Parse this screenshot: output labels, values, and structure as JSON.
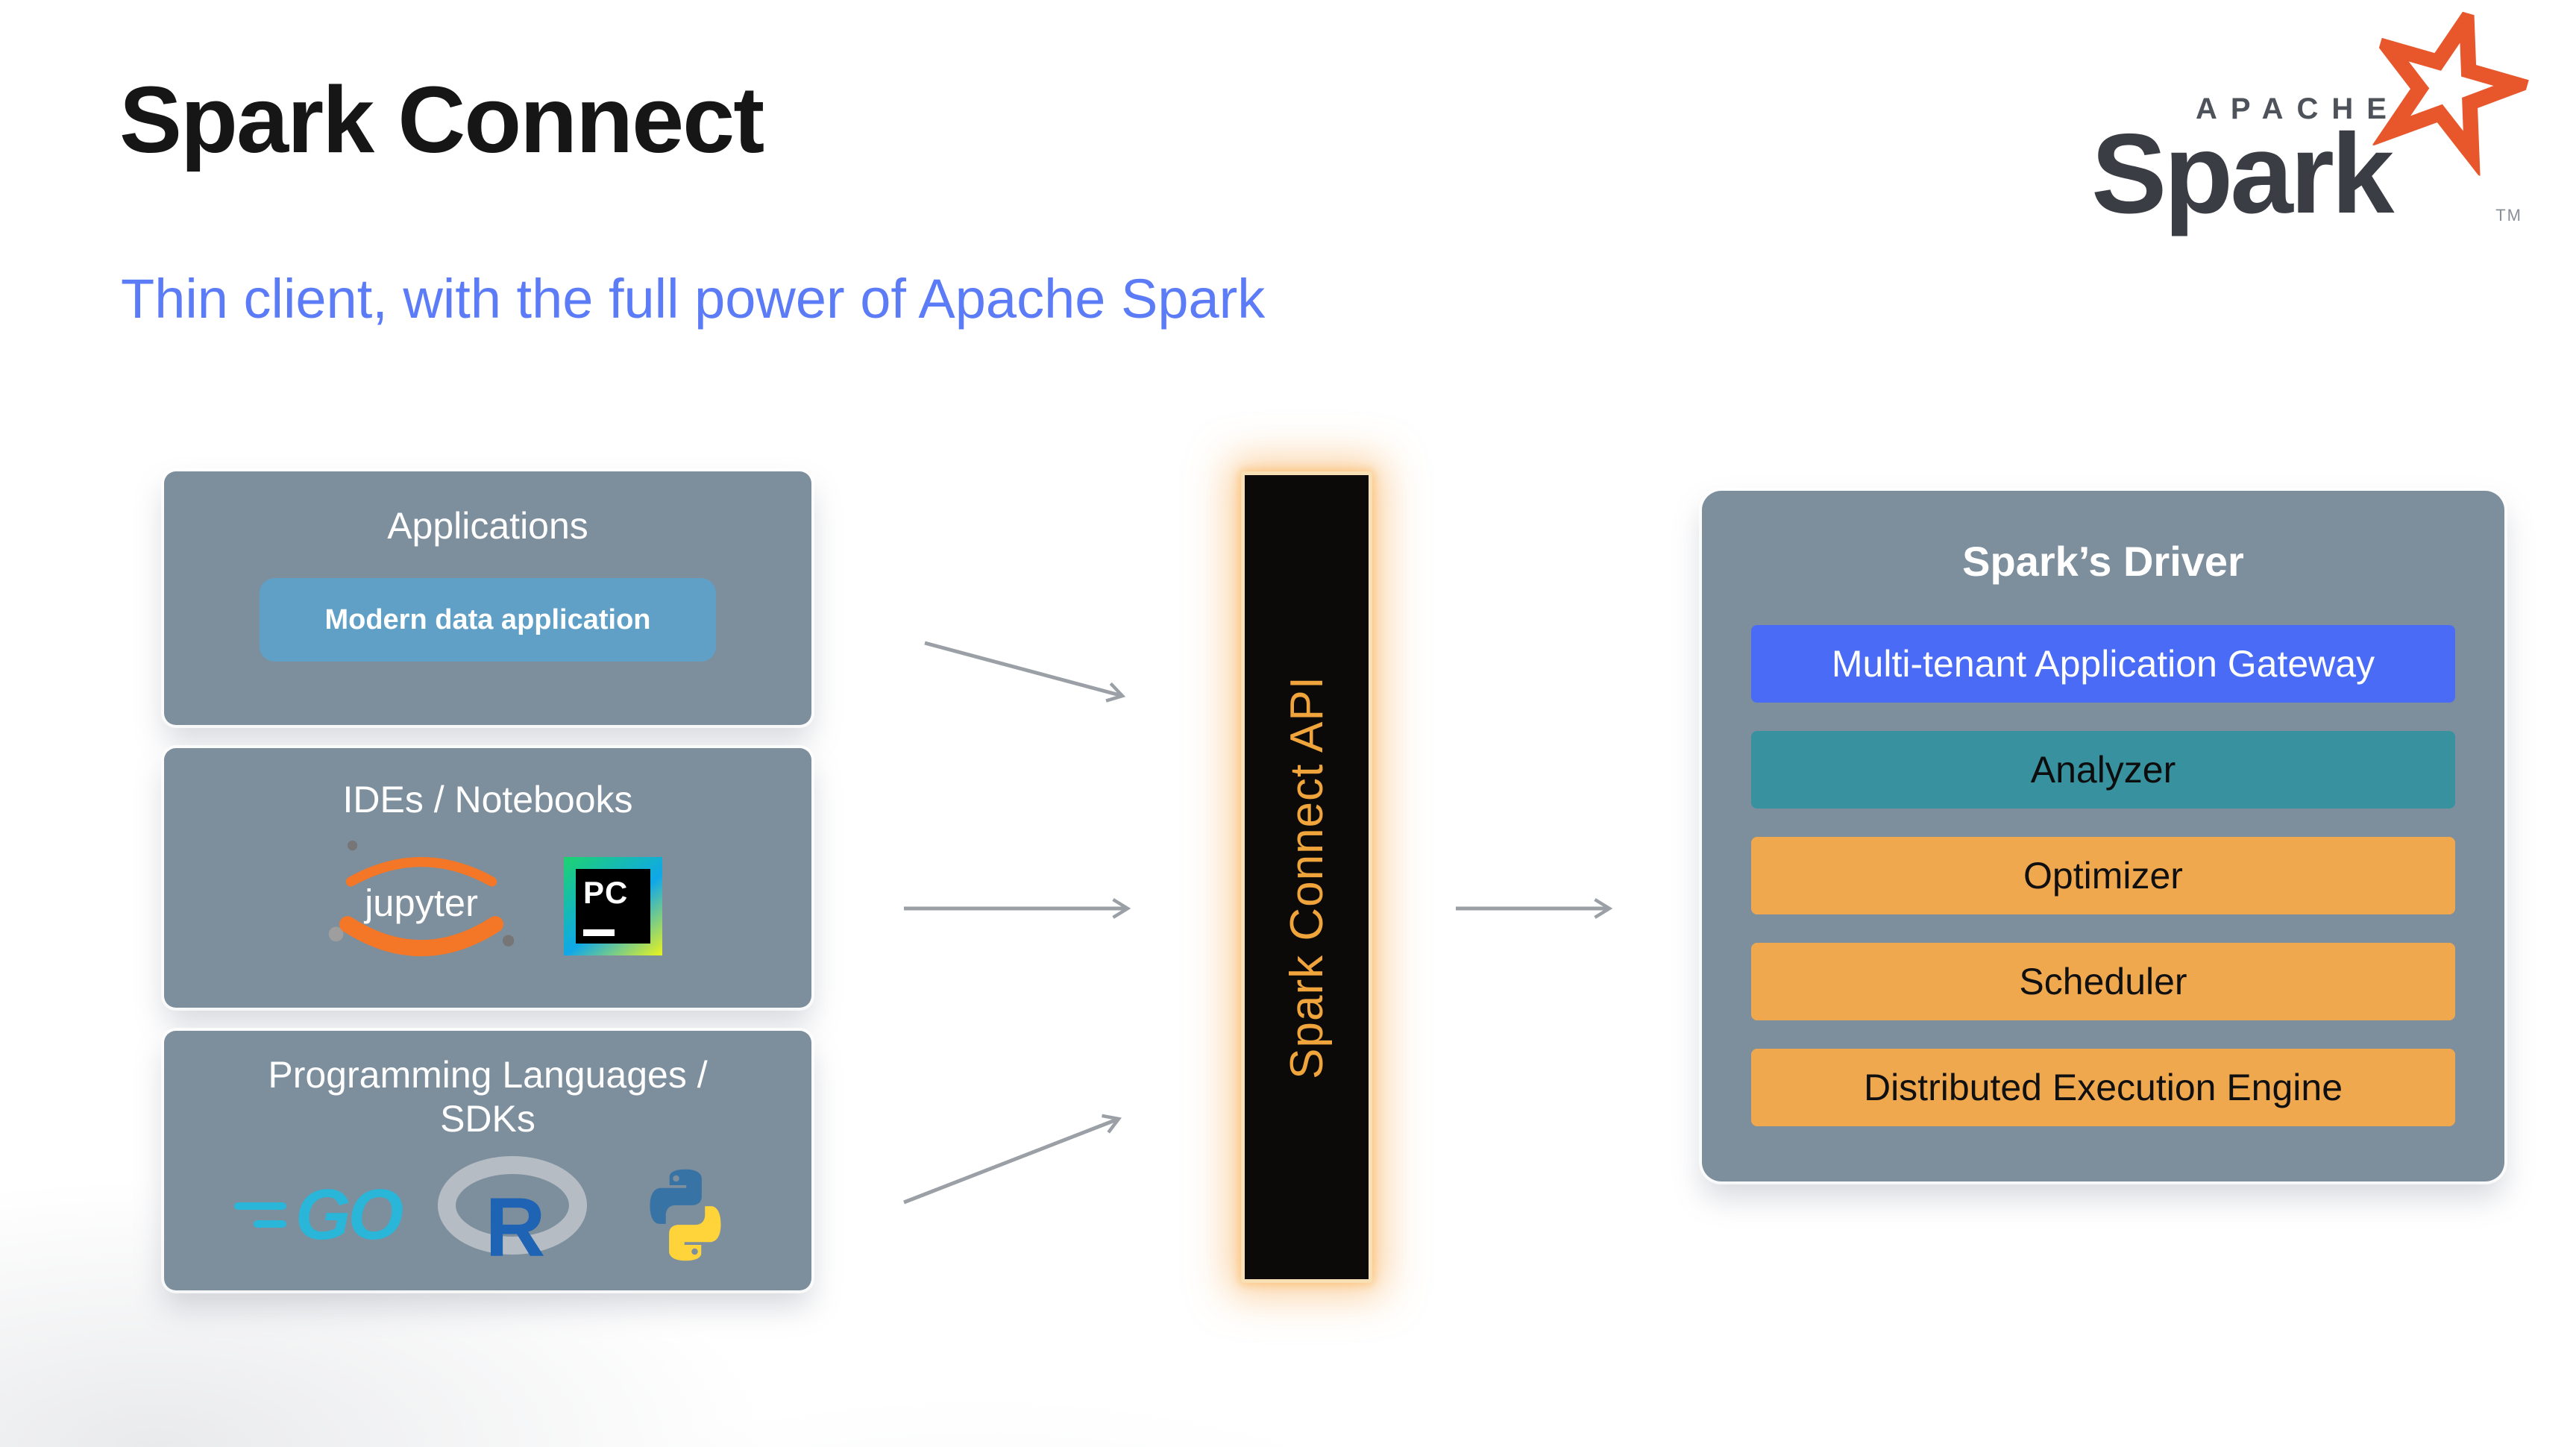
{
  "slide": {
    "title": "Spark Connect",
    "subtitle": "Thin client, with the full power of Apache Spark"
  },
  "logo": {
    "apache": "APACHE",
    "spark": "Spark",
    "tm": "TM"
  },
  "clients": {
    "applications": {
      "title": "Applications",
      "chip": "Modern data application"
    },
    "ides": {
      "title": "IDEs / Notebooks"
    },
    "languages": {
      "title_lines": [
        "Programming Languages /",
        "SDKs"
      ]
    }
  },
  "logos": {
    "jupyter": "jupyter",
    "pycharm": "PC",
    "go": "GO",
    "r": "R"
  },
  "connector": {
    "label": "Spark Connect API"
  },
  "driver": {
    "title": "Spark’s Driver",
    "rows": [
      {
        "label": "Multi-tenant Application Gateway"
      },
      {
        "label": "Analyzer"
      },
      {
        "label": "Optimizer"
      },
      {
        "label": "Scheduler"
      },
      {
        "label": "Distributed Execution Engine"
      }
    ]
  },
  "colors": {
    "subtitle_blue": "#5b7bf7",
    "panel_slate": "#7d8e9d",
    "chip_blue": "#60a0c6",
    "connector_bg": "#0b0a08",
    "connector_text_orange": "#f0a43c",
    "connector_glow": "#f6a84c",
    "gateway_blue": "#4a6bf5",
    "analyzer_teal": "#38919e",
    "engine_orange": "#f0a84f",
    "arrow_gray": "#9aa0a6",
    "spark_star_orange": "#e8562c",
    "jupyter_orange": "#f37726",
    "go_cyan": "#29b6d8",
    "r_blue": "#1e63b4",
    "python_blue": "#3873a6",
    "python_yellow": "#ffd43b"
  }
}
